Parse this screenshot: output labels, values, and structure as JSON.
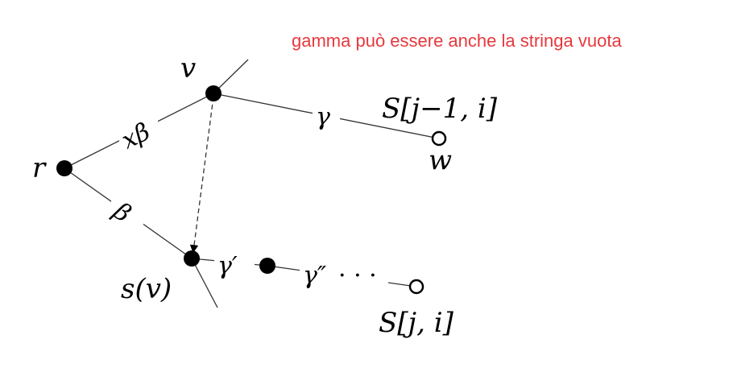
{
  "annotation": {
    "text": "gamma può essere anche la stringa vuota",
    "color": "#e8383d"
  },
  "diagram": {
    "nodes": {
      "r": "r",
      "v": "v",
      "w": "w",
      "s_v": "s(v)",
      "s_j1_i": "S[j−1, i]",
      "s_j_i": "S[j, i]"
    },
    "edges": {
      "r_v": "xβ",
      "r_sv": "β",
      "v_w": "γ",
      "sv_mid": "γ′",
      "mid_end": "γ″",
      "ellipsis": "· · ·"
    }
  }
}
